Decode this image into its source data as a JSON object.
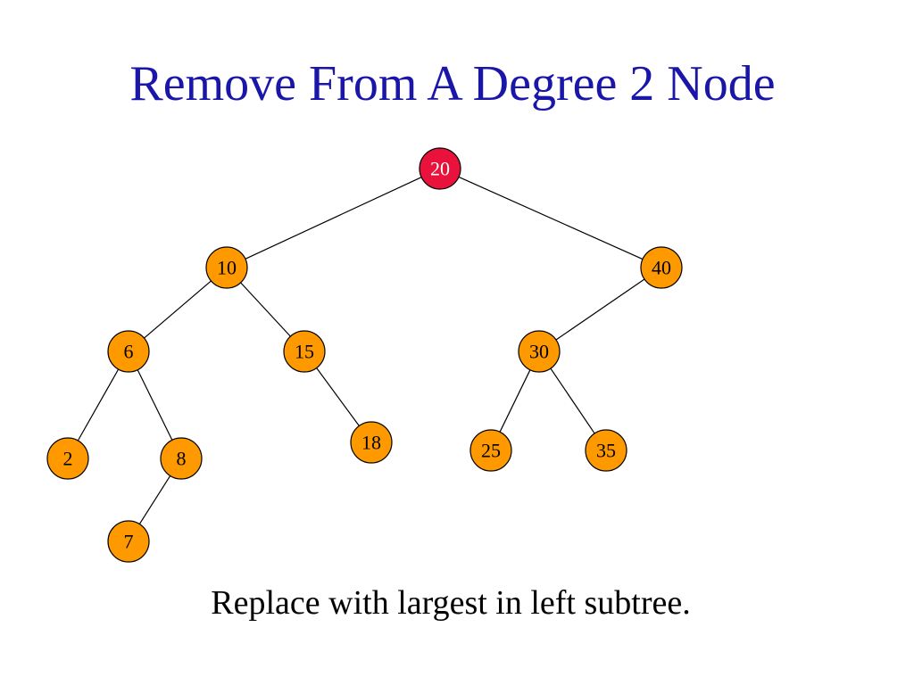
{
  "slide": {
    "title": "Remove From A Degree 2 Node",
    "caption": "Replace with largest in left subtree."
  },
  "colors": {
    "title": "#1a16a8",
    "node_fill": "#ff9900",
    "highlight_fill": "#e8123c",
    "highlight_text": "#ffffff",
    "edge": "#000000"
  },
  "tree": {
    "nodes": [
      {
        "id": "n20",
        "label": "20",
        "highlight": true
      },
      {
        "id": "n10",
        "label": "10"
      },
      {
        "id": "n40",
        "label": "40"
      },
      {
        "id": "n6",
        "label": "6"
      },
      {
        "id": "n15",
        "label": "15"
      },
      {
        "id": "n30",
        "label": "30"
      },
      {
        "id": "n2",
        "label": "2"
      },
      {
        "id": "n8",
        "label": "8"
      },
      {
        "id": "n18",
        "label": "18"
      },
      {
        "id": "n25",
        "label": "25"
      },
      {
        "id": "n35",
        "label": "35"
      },
      {
        "id": "n7",
        "label": "7"
      }
    ],
    "edges": [
      {
        "from": "n20",
        "to": "n10"
      },
      {
        "from": "n20",
        "to": "n40"
      },
      {
        "from": "n10",
        "to": "n6"
      },
      {
        "from": "n10",
        "to": "n15"
      },
      {
        "from": "n40",
        "to": "n30"
      },
      {
        "from": "n6",
        "to": "n2"
      },
      {
        "from": "n6",
        "to": "n8"
      },
      {
        "from": "n15",
        "to": "n18"
      },
      {
        "from": "n30",
        "to": "n25"
      },
      {
        "from": "n30",
        "to": "n35"
      },
      {
        "from": "n8",
        "to": "n7"
      }
    ]
  }
}
